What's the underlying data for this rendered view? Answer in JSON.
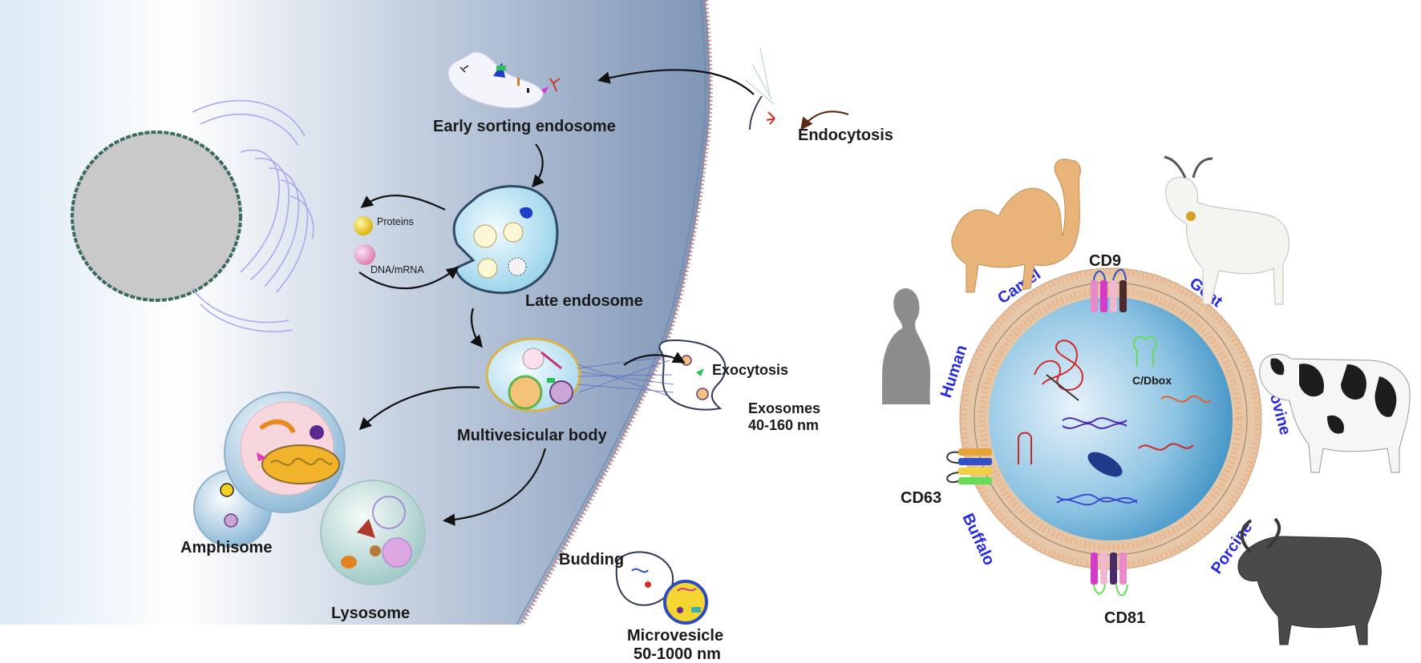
{
  "left_panel": {
    "early_sorting_endosome": "Early sorting endosome",
    "endocytosis": "Endocytosis",
    "proteins": "Proteins",
    "dna_mrna": "DNA/mRNA",
    "late_endosome": "Late endosome",
    "exocytosis": "Exocytosis",
    "exosomes_line1": "Exosomes",
    "exosomes_line2": "40-160 nm",
    "multivesicular_body": "Multivesicular body",
    "amphisome": "Amphisome",
    "lysosome": "Lysosome",
    "budding": "Budding",
    "microvesicle_line1": "Microvesicle",
    "microvesicle_line2": "50-1000 nm"
  },
  "right_panel": {
    "cd9": "CD9",
    "cd63": "CD63",
    "cd81": "CD81",
    "cdbox": "C/Dbox",
    "species": {
      "camel": "Camel",
      "goat": "Goat",
      "human": "Human",
      "bovine": "Bovine",
      "buffalo": "Buffalo",
      "porcine": "Porcine"
    }
  },
  "colors": {
    "species_label": "#2a2adf",
    "cell_fill": "#7e95b6",
    "exosome_inner": "#4a9ccc",
    "membrane_head": "#e8b892"
  }
}
